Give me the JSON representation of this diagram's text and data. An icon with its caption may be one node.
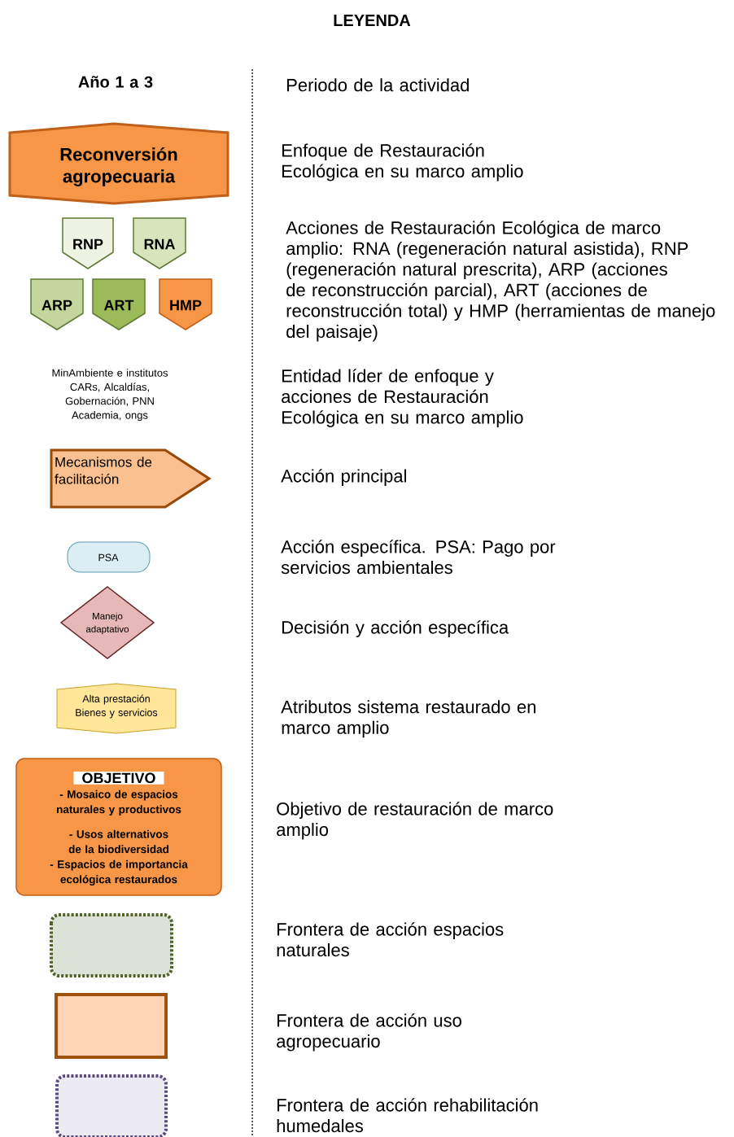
{
  "diagram": {
    "title": "LEYENDA",
    "nodes": [
      {
        "text": [
          "Reconversión agropecuaria"
        ]
      },
      {
        "text": [
          "RNP"
        ]
      },
      {
        "text": [
          "RNA"
        ]
      },
      {
        "text": [
          "ARP"
        ]
      },
      {
        "text": [
          "ART"
        ]
      },
      {
        "text": [
          "HMP"
        ]
      },
      {
        "text": [
          "Mecanismos de facilitación"
        ]
      },
      {
        "text": [
          "PSA"
        ]
      },
      {
        "text": [
          "Manejo adaptativo"
        ]
      },
      {
        "text": [
          "Alta prestación Bienes y servicios"
        ]
      },
      {
        "text": [
          "OBJETIVO",
          "- Mosaico de espacios naturales y productivos",
          "- Usos alternativos de la biodiversidad",
          "- Espacios de importancia ecológica restaurados"
        ]
      },
      {
        "text": [],
        "shape": "box"
      },
      {
        "text": [],
        "shape": "box"
      },
      {
        "text": [],
        "shape": "box"
      }
    ],
    "labels": [
      "Año 1 a 3",
      "Periodo de la actividad",
      "Enfoque de Restauración Ecológica en su marco amplio",
      "Acciones de Restauración Ecológica de marco amplio: RNA (regeneración natural asistida), RNP (regeneración natural prescrita), ARP (acciones de reconstrucción parcial), ART (acciones de reconstrucción total) y HMP (herramientas de manejo del paisaje)",
      "MinAmbiente e institutos CARs, Alcaldías, Gobernación, PNN Academia, ongs",
      "Entidad líder de enfoque y acciones de Restauración Ecológica en su marco amplio",
      "Acción principal",
      "Acción específica. PSA: Pago por servicios ambientales",
      "Decisión y acción específica",
      "Atributos sistema restaurado en marco amplio",
      "Objetivo de restauración de marco amplio",
      "Frontera de acción espacios naturales",
      "Frontera de acción uso agropecuario",
      "Frontera de acción rehabilitación humedales"
    ]
  }
}
